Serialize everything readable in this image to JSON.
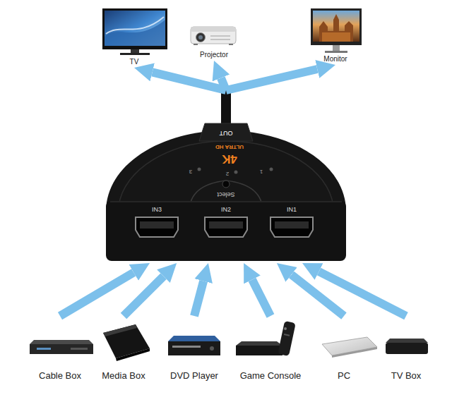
{
  "diagram": {
    "nodes": [
      {
        "text": [
          "TV"
        ]
      },
      {
        "text": [
          "Projector"
        ]
      },
      {
        "text": [
          "Monitor"
        ]
      },
      {
        "text": [
          "OUT",
          "ULTRA HD",
          "4K",
          "3",
          "2",
          "1",
          "Select",
          "IN3",
          "IN2",
          "IN1"
        ]
      },
      {
        "text": [
          "Cable Box"
        ]
      },
      {
        "text": [
          "Media Box"
        ]
      },
      {
        "text": [
          "DVD Player"
        ]
      },
      {
        "text": [
          "Game Console"
        ]
      },
      {
        "text": [
          "PC"
        ]
      },
      {
        "text": [
          "TV Box"
        ]
      }
    ],
    "edges": [
      {
        "from": 3,
        "to": 0,
        "arrow": "to"
      },
      {
        "from": 3,
        "to": 1,
        "arrow": "to"
      },
      {
        "from": 3,
        "to": 2,
        "arrow": "to"
      },
      {
        "from": 4,
        "to": 3,
        "arrow": "to"
      },
      {
        "from": 5,
        "to": 3,
        "arrow": "to"
      },
      {
        "from": 6,
        "to": 3,
        "arrow": "to"
      },
      {
        "from": 7,
        "to": 3,
        "arrow": "to"
      },
      {
        "from": 8,
        "to": 3,
        "arrow": "to"
      },
      {
        "from": 9,
        "to": 3,
        "arrow": "to"
      }
    ]
  }
}
